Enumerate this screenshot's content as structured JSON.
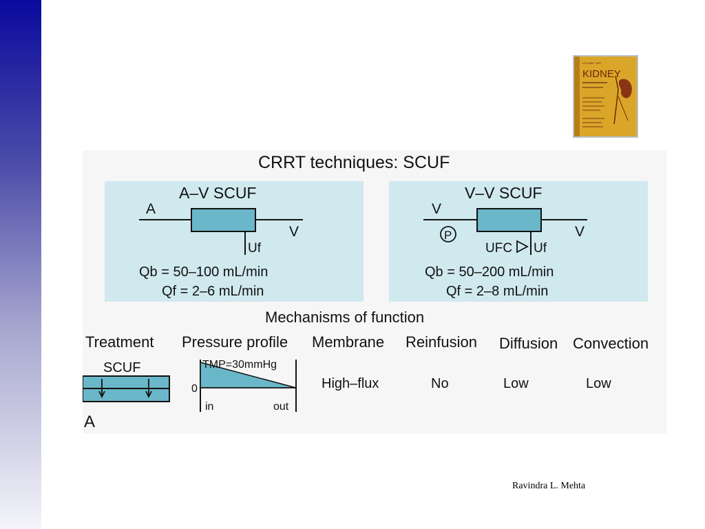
{
  "slide": {
    "credit": "Ravindra L. Mehta",
    "book_cover": {
      "title": "KIDNEY",
      "volume": "VOLUME TWO"
    },
    "colors": {
      "side_bar_top": "#0a0a9e",
      "panel_fill": "#cfe9ef",
      "filter_fill": "#69b7c8"
    }
  },
  "figure": {
    "title": "CRRT techniques: SCUF",
    "panels": [
      {
        "title": "A–V SCUF",
        "inlet": "A",
        "outlet": "V",
        "uf_label": "Uf",
        "qb": "Qb = 50–100 mL/min",
        "qf": "Qf = 2–6 mL/min"
      },
      {
        "title": "V–V SCUF",
        "inlet": "V",
        "outlet": "V",
        "pump": "P",
        "ufc": "UFC",
        "uf_label": "Uf",
        "qb": "Qb = 50–200 mL/min",
        "qf": "Qf = 2–8 mL/min"
      }
    ],
    "mechanisms_title": "Mechanisms of function",
    "headers": [
      "Treatment",
      "Pressure profile",
      "Membrane",
      "Reinfusion",
      "Diffusion",
      "Convection"
    ],
    "row": {
      "treatment": "SCUF",
      "tmp": "TMP=30mmHg",
      "zero": "0",
      "in": "in",
      "out": "out",
      "membrane": "High–flux",
      "reinfusion": "No",
      "diffusion": "Low",
      "convection": "Low"
    },
    "panel_letter": "A"
  }
}
